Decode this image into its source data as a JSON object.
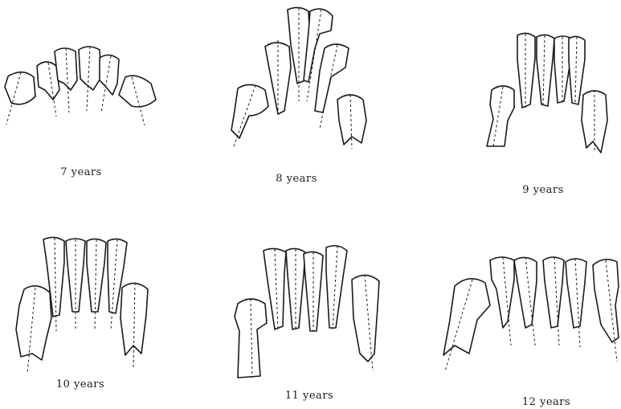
{
  "diagram": {
    "panels": [
      {
        "label": "7 years"
      },
      {
        "label": "8 years"
      },
      {
        "label": "9 years"
      },
      {
        "label": "10 years"
      },
      {
        "label": "11 years"
      },
      {
        "label": "12 years"
      }
    ]
  }
}
